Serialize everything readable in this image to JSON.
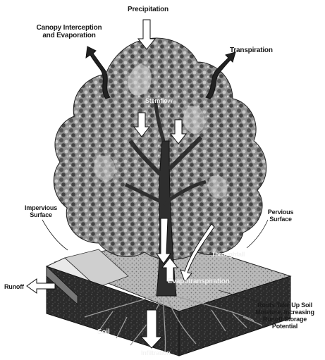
{
  "labels": {
    "precipitation": "Precipitation",
    "canopy_interception_line1": "Canopy Interception",
    "canopy_interception_line2": "and Evaporation",
    "transpiration": "Transpiration",
    "stemflow": "Stemflow",
    "impervious_surface_line1": "Impervious",
    "impervious_surface_line2": "Surface",
    "pervious_surface_line1": "Pervious",
    "pervious_surface_line2": "Surface",
    "runoff": "Runoff",
    "throughfall": "Throughfall",
    "evapotranspiration": "Evapotranspiration",
    "soil": "Soil",
    "infiltration": "Infiltration",
    "roots_line1": "Roots Take Up Soil",
    "roots_line2": "Moisture, Increasing",
    "roots_line3": "Runoff Storage",
    "roots_line4": "Potential"
  },
  "colors": {
    "foliage_dark": "#3a3a3a",
    "foliage_light": "#9a9a9a",
    "soil": "#2b2b2b",
    "pavement": "#5a5a5a",
    "arrow_fill": "#ffffff",
    "arrow_stroke": "#111111"
  }
}
